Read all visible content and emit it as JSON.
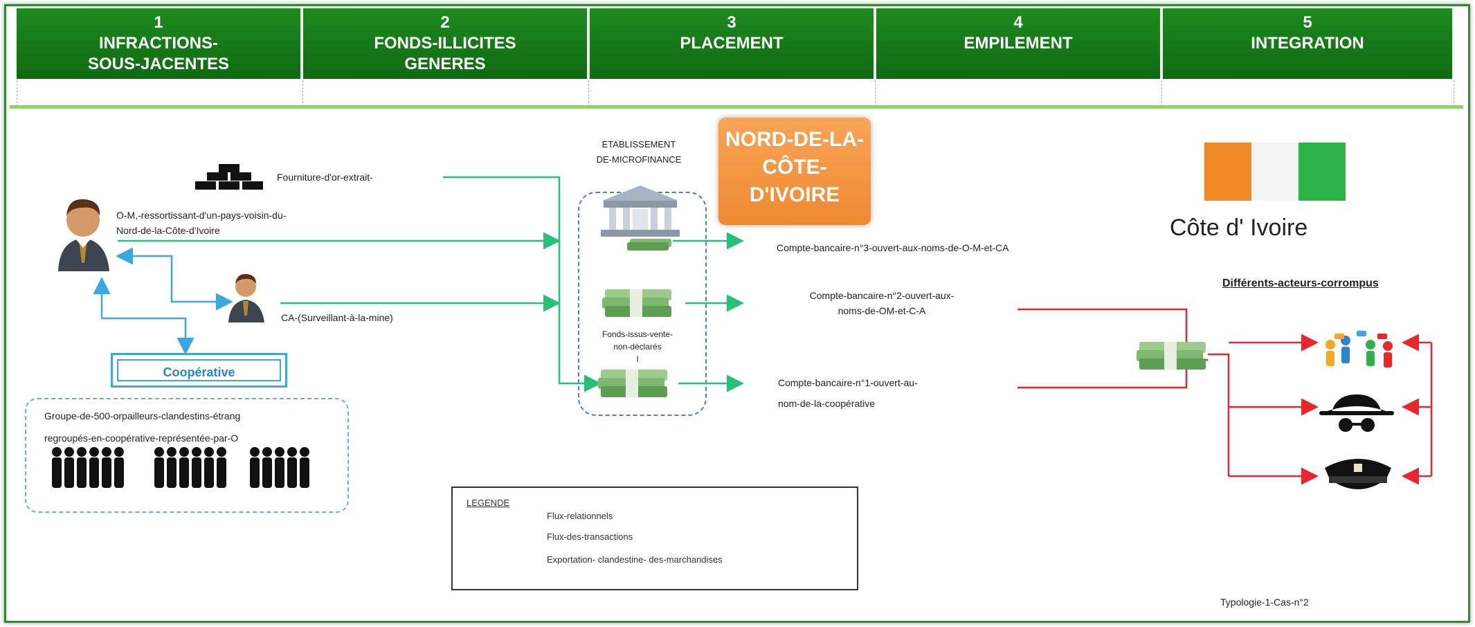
{
  "header": {
    "columns": [
      {
        "num": "1",
        "title": "INFRACTIONS-\nSOUS-JACENTES"
      },
      {
        "num": "2",
        "title": "FONDS-ILLICITES\nGENERES"
      },
      {
        "num": "3",
        "title": "PLACEMENT"
      },
      {
        "num": "4",
        "title": "EMPILEMENT"
      },
      {
        "num": "5",
        "title": "INTEGRATION"
      }
    ]
  },
  "labels": {
    "gold": "Fourniture-d'or-extrait-",
    "om_line1": "O-M,-ressortissant-d'un-pays-voisin-du-",
    "om_line2": "Nord-de-la-Côte-d'Ivoire",
    "ca": "CA-(Surveillant-à-la-mine)",
    "cooperative": "Coopérative",
    "group_line1": "Groupe-de-500-orpailleurs-clandestins-étrang",
    "group_line2": "regroupés-en-coopérative-représentée-par-O",
    "institution_line1": "ETABLISSEMENT",
    "institution_line2": "DE-MICROFINANCE",
    "funds_note_line1": "Fonds-issus-vente-",
    "funds_note_line2": "non-déclarés",
    "nord": "NORD-DE-LA-CÔTE-D'IVOIRE",
    "account3": "Compte-bancaire-n°3-ouvert-aux-noms-de-O-M-et-CA",
    "account2_line1": "Compte-bancaire-n°2-ouvert-aux-",
    "account2_line2": "noms-de-OM-et-C-A",
    "account1_line1": "Compte-bancaire-n°1-ouvert-au-",
    "account1_line2": "nom-de-la-coopérative",
    "country": "Côte d' Ivoire",
    "actors_title": "Différents-acteurs-corrompus",
    "typology": "Typologie-1-Cas-n°2"
  },
  "legend": {
    "title": "LEGENDE",
    "items": [
      {
        "label": "Flux-relationnels",
        "color": "#3aa7e0"
      },
      {
        "label": "Flux-des-transactions",
        "color": "#27c07a"
      },
      {
        "label": "Exportation- clandestine- des-marchandises",
        "color": "#e8262b"
      }
    ]
  },
  "colors": {
    "header_green": "#1f8a1f",
    "relation_flow": "#3aa7e0",
    "transaction_flow": "#27c07a",
    "export_flow": "#e8262b",
    "nord_orange": "#f39a45",
    "flag_orange": "#f08a24",
    "flag_green": "#2eb34a"
  },
  "icons": [
    "gold-bars-icon",
    "businessman-icon",
    "bank-building-icon",
    "money-stack-icon",
    "crowd-icon",
    "flag-icon",
    "people-group-icon",
    "spy-icon",
    "police-cap-icon"
  ]
}
